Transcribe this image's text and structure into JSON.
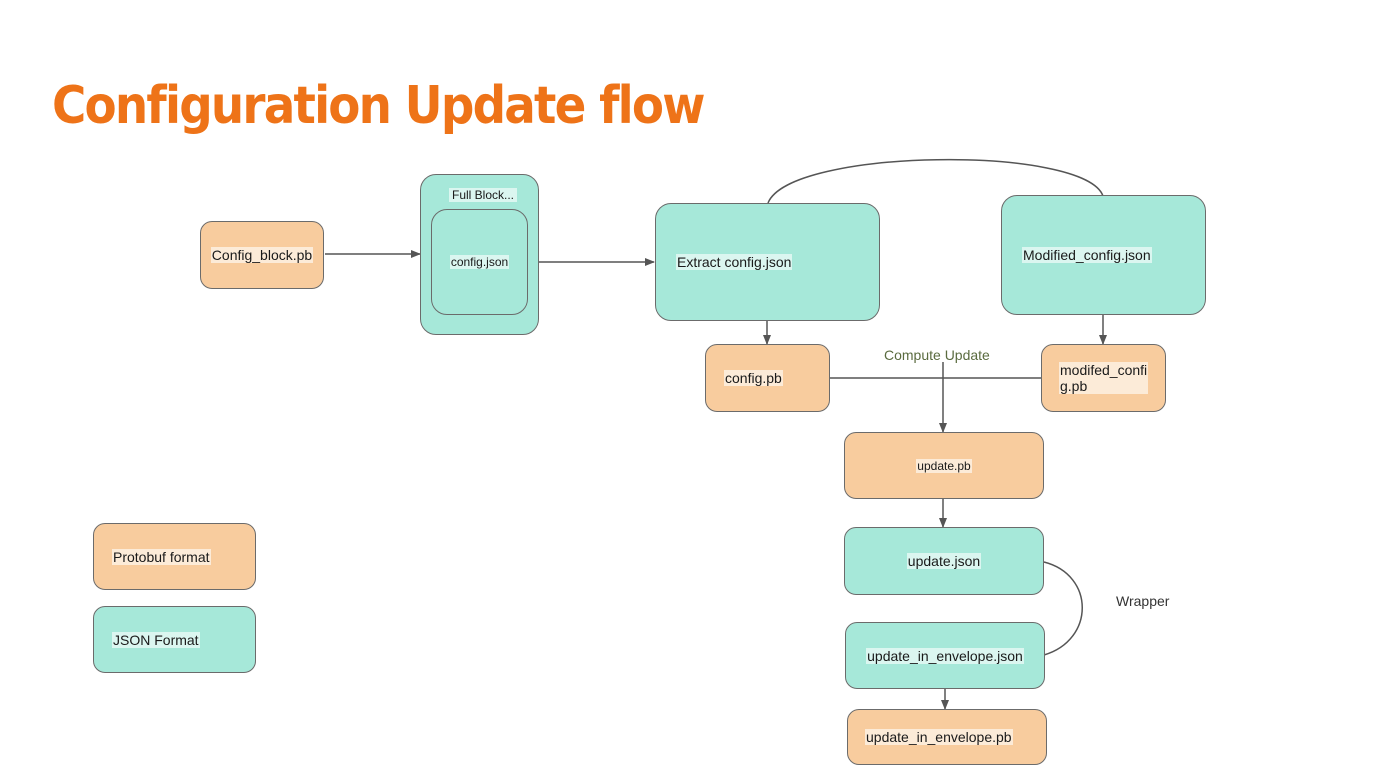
{
  "title": "Configuration Update flow",
  "colors": {
    "title": "#ee7318",
    "protobuf_fill": "#f8cc9e",
    "json_fill": "#a6e8d9",
    "line": "#555555"
  },
  "nodes": {
    "config_block_pb": "Config_block.pb",
    "full_block_label": "Full Block...",
    "config_json_inner": "config.json",
    "extract_config_json": "Extract config.json",
    "modified_config_json": "Modified_config.json",
    "config_pb": "config.pb",
    "modified_config_pb": "modifed_confi\ng.pb",
    "update_pb": "update.pb",
    "update_json": "update.json",
    "update_in_envelope_json": "update_in_envelope.json",
    "update_in_envelope_pb": "update_in_envelope.pb"
  },
  "edge_labels": {
    "compute_update": "Compute Update",
    "wrapper": "Wrapper"
  },
  "legend": {
    "protobuf": "Protobuf format",
    "json": "JSON Format"
  }
}
